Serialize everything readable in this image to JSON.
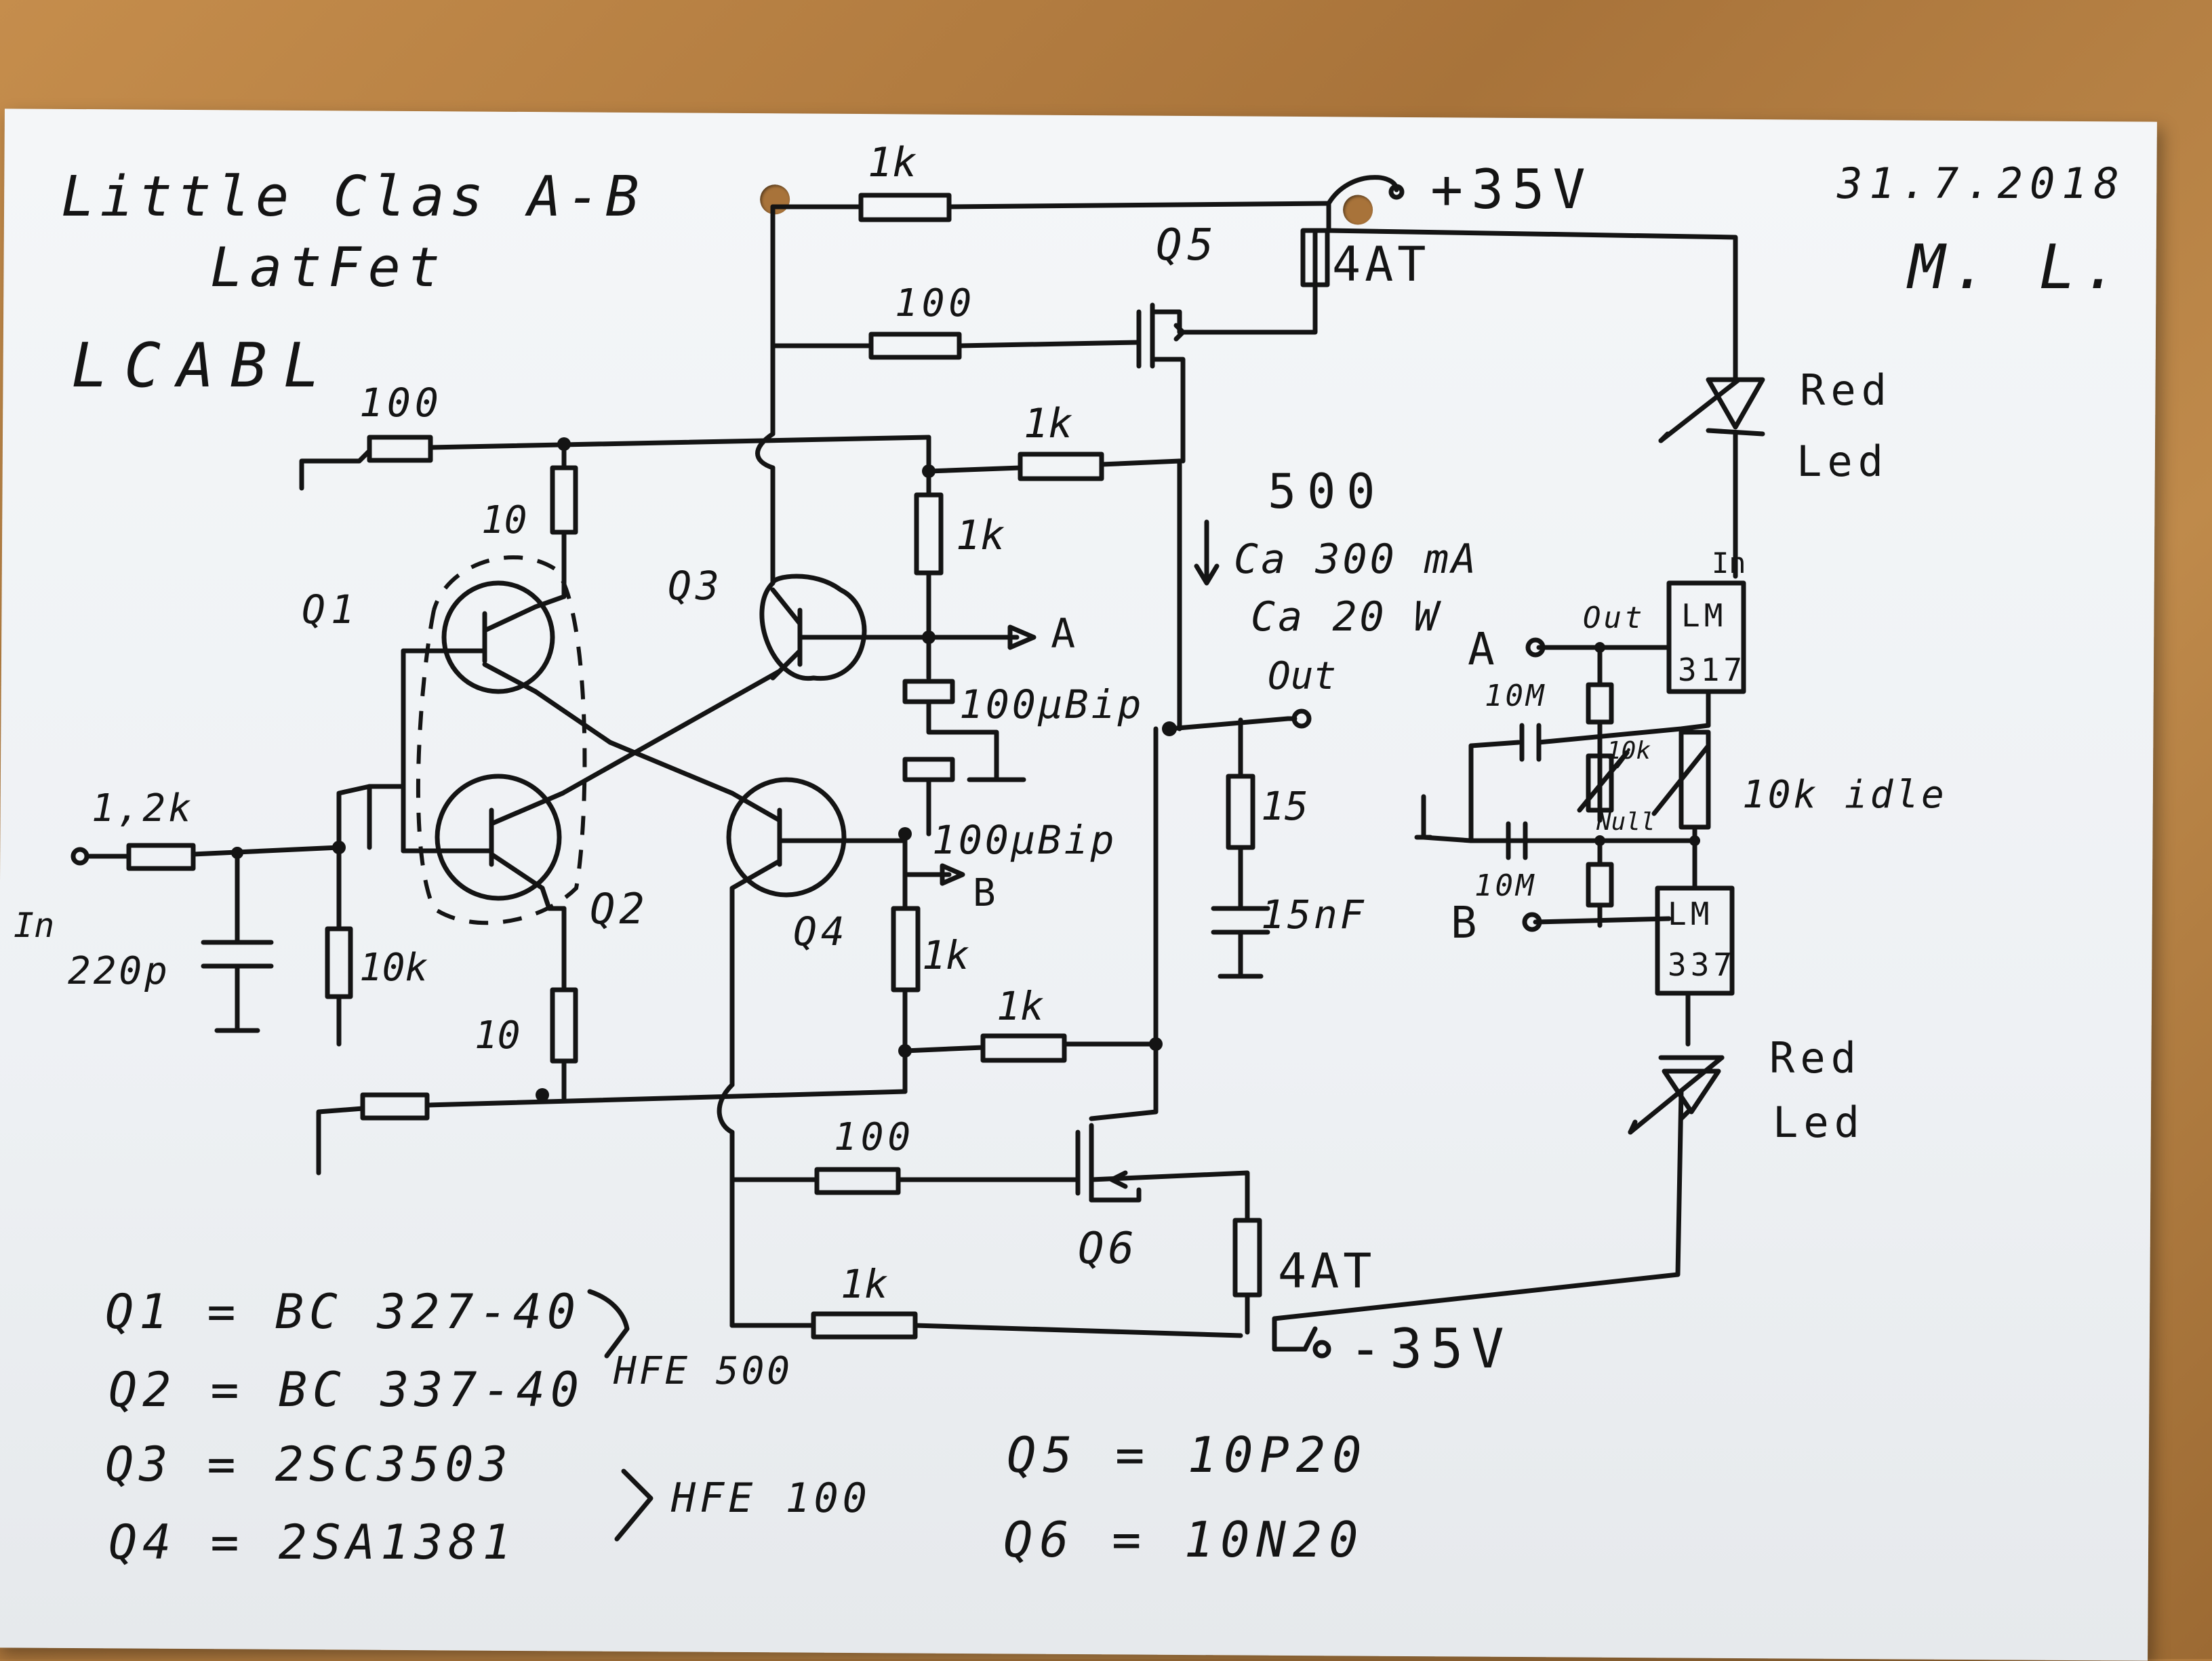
{
  "title": {
    "line1": "Little Clas A-B",
    "line2": "LatFet",
    "line3": "LCABL"
  },
  "date": "31.7.2018",
  "signature": "M. L.",
  "supply": {
    "positive": "+35V",
    "negative": "-35V"
  },
  "notes": {
    "bias": "500",
    "current": "Ca 300 mA",
    "power": "Ca 20 W"
  },
  "labels": {
    "in": "In",
    "out": "Out",
    "A": "A",
    "B": "B",
    "Q1": "Q1",
    "Q2": "Q2",
    "Q3": "Q3",
    "Q4": "Q4",
    "Q5": "Q5",
    "Q6": "Q6",
    "r_top_1k": "1k",
    "r_gate_top": "100",
    "r_gnd_top": "100",
    "r_q1_em": "10",
    "r_q3_col": "1k",
    "r_q3_out": "1k",
    "cap_top": "100µBip",
    "cap_bot": "100µBip",
    "r_q4_col": "1k",
    "r_q4_out": "1k",
    "r_gate_bot": "100",
    "r_bot_1k": "1k",
    "r_q2_em": "10",
    "r_in": "1,2k",
    "c_in": "220p",
    "r_bias": "10k",
    "fuse_top": "4AT",
    "fuse_bot": "4AT",
    "r_zobel": "15",
    "c_zobel": "15nF",
    "led_top_1": "Red",
    "led_top_2": "Led",
    "led_bot_1": "Red",
    "led_bot_2": "Led",
    "reg_top_1": "LM",
    "reg_top_2": "317",
    "reg_bot_1": "LM",
    "reg_bot_2": "337",
    "reg_in": "In",
    "reg_out": "Out",
    "r_10m_top": "10M",
    "r_10m_bot": "10M",
    "pot_10k": "10k",
    "pot_null": "Null",
    "idle_pot": "10k idle"
  },
  "parts": {
    "q1": "Q1 = BC 327-40",
    "q2": "Q2 = BC 337-40",
    "hfe_q12": "HFE 500",
    "q3": "Q3 = 2SC3503",
    "q4": "Q4 = 2SA1381",
    "hfe_q34": "HFE 100",
    "q5": "Q5 = 10P20",
    "q6": "Q6 = 10N20"
  }
}
